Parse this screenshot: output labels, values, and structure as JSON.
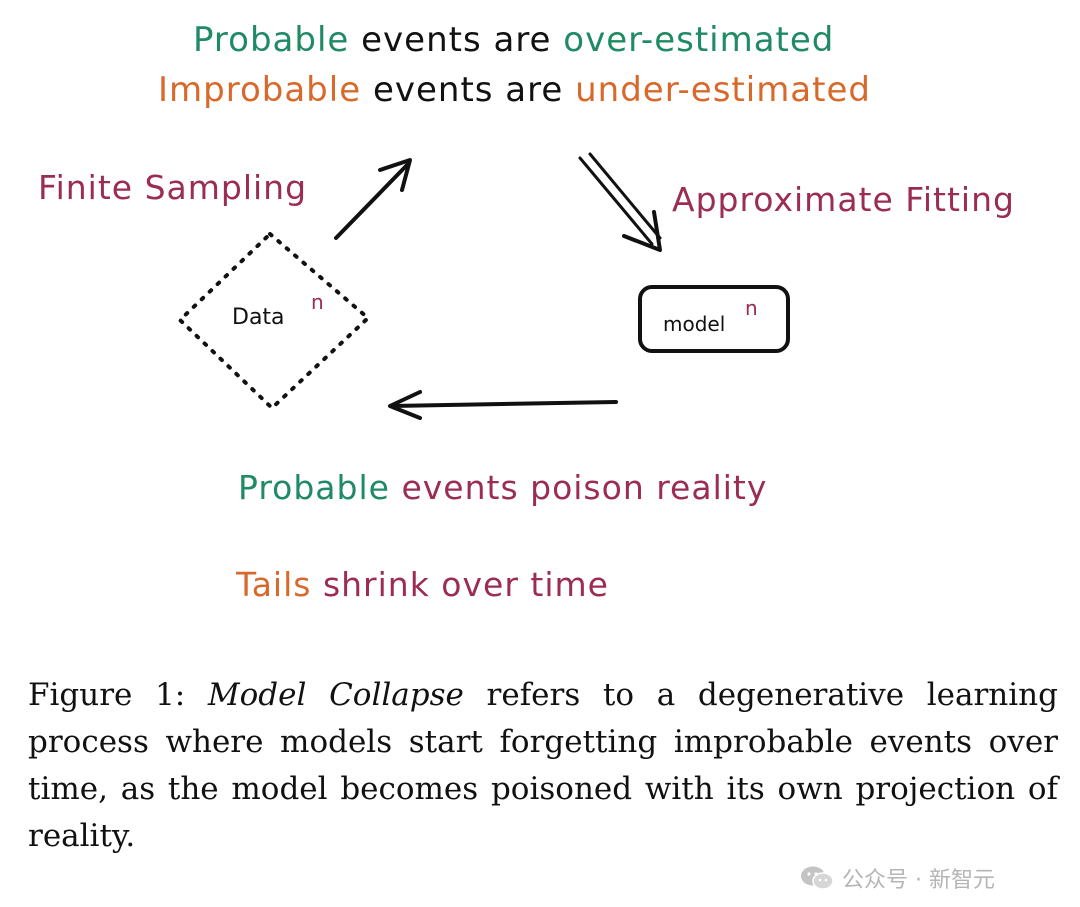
{
  "diagram": {
    "top_line_1": {
      "word1": "Probable",
      "word2": "events are",
      "word3": "over-estimated"
    },
    "top_line_2": {
      "word1": "Improbable",
      "word2": "events are",
      "word3": "under-estimated"
    },
    "finite_sampling": "Finite Sampling",
    "approximate_fitting": "Approximate Fitting",
    "data_node": {
      "label": "Data",
      "superscript": "n"
    },
    "model_node": {
      "label": "model",
      "superscript": "n"
    },
    "bottom_line_1": {
      "word1": "Probable",
      "word2": "events poison reality"
    },
    "bottom_line_2": {
      "word1": "Tails",
      "word2": "shrink over time"
    },
    "colors": {
      "green": "#1f8a63",
      "orange": "#d9682b",
      "maroon": "#9b2c52",
      "ink": "#111111"
    }
  },
  "caption": {
    "prefix": "Figure 1:",
    "italic": "Model Collapse",
    "rest": "refers to a degenerative learning process where models start forgetting improbable events over time, as the model becomes poisoned with its own projection of reality."
  },
  "watermark": {
    "icon": "wechat-icon",
    "text": "公众号 · 新智元"
  }
}
